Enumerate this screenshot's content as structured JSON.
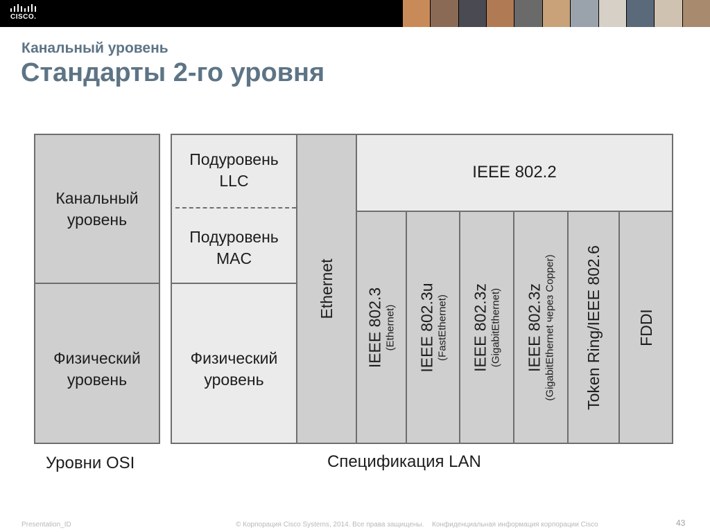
{
  "header": {
    "logo_text": "CISCO.",
    "photos": [
      "#c98a5a",
      "#8a6a55",
      "#4a4a52",
      "#b07a55",
      "#6a6a6a",
      "#c9a27a",
      "#9aa3ab",
      "#d6d0c6",
      "#5a6a7a",
      "#cfc2b0",
      "#a88a6e"
    ]
  },
  "slide": {
    "subtitle": "Канальный уровень",
    "title": "Стандарты 2-го уровня"
  },
  "diagram": {
    "osi_datalink": [
      "Канальный",
      "уровень"
    ],
    "osi_physical": [
      "Физический",
      "уровень"
    ],
    "llc_sublayer": [
      "Подуровень",
      "LLC"
    ],
    "mac_sublayer": [
      "Подуровень",
      "MAC"
    ],
    "lan_physical": [
      "Физический",
      "уровень"
    ],
    "ethernet": "Ethernet",
    "ieee_8022": "IEEE 802.2",
    "standards": [
      {
        "main": "IEEE 802.3",
        "sub": "(Ethernet)"
      },
      {
        "main": "IEEE 802.3u",
        "sub": "(FastEthernet)"
      },
      {
        "main": "IEEE 802.3z",
        "sub": "(GigabitEthernet)"
      },
      {
        "main": "IEEE 802.3z",
        "sub": "(GigabitEthernet через Copper)"
      },
      {
        "main": "Token Ring/IEEE 802.6",
        "sub": ""
      },
      {
        "main": "FDDI",
        "sub": ""
      }
    ],
    "osi_caption": "Уровни OSI",
    "lan_caption": "Спецификация LAN"
  },
  "footer": {
    "presentation_id": "Presentation_ID",
    "copyright": "© Корпорация Cisco Systems, 2014. Все права защищены.",
    "confidential": "Конфиденциальная информация корпорации Cisco",
    "page_number": "43"
  },
  "colors": {
    "title": "#5d7485",
    "cell_dark": "#cfcfcf",
    "cell_light": "#ebebeb",
    "border": "#6e6e6e"
  }
}
